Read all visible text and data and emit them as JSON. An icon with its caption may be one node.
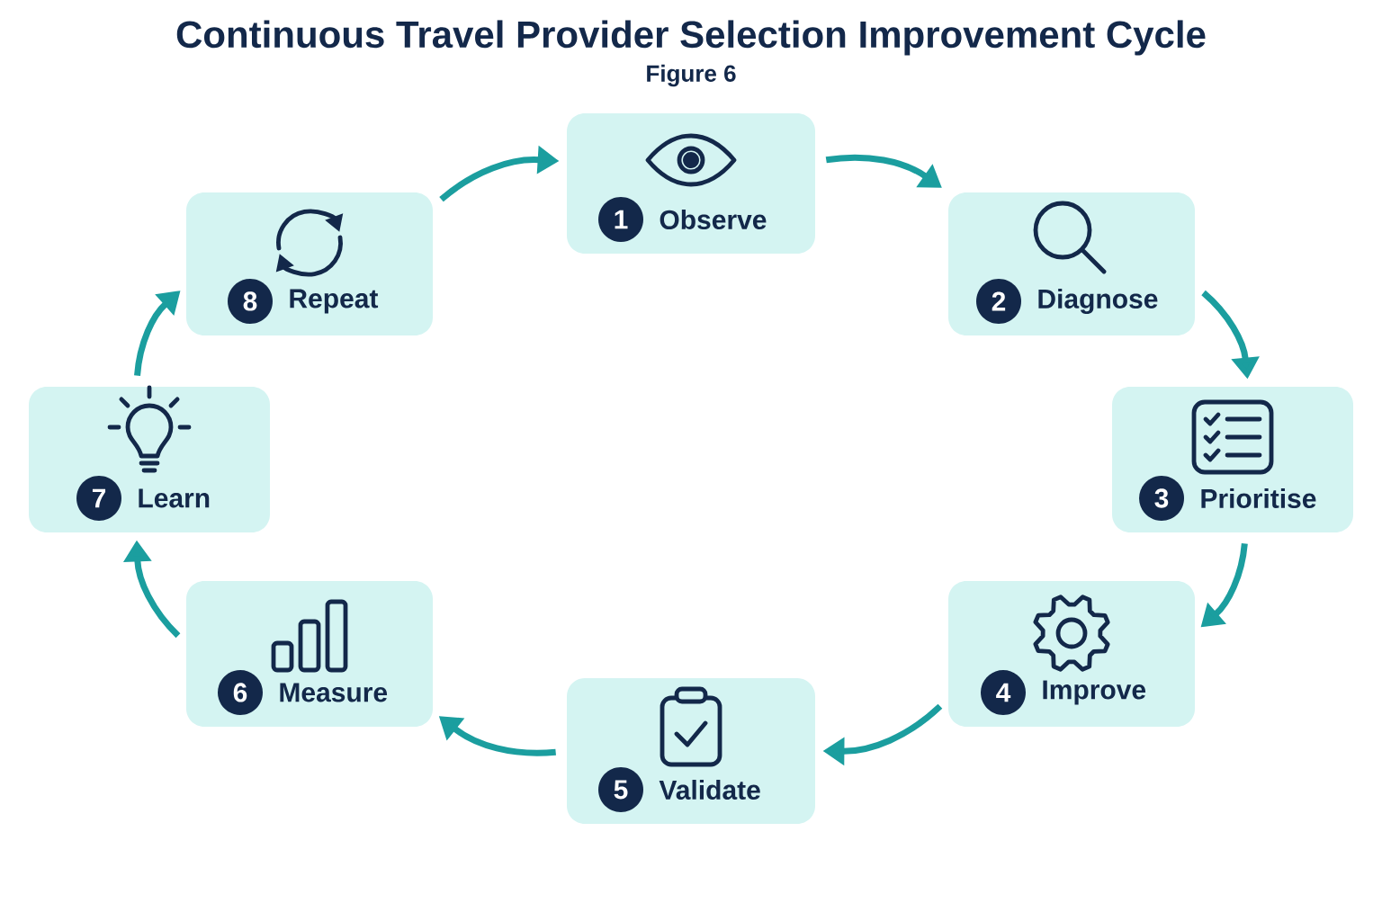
{
  "diagram": {
    "title": "Continuous Travel Provider Selection Improvement Cycle",
    "nodes": [
      {
        "text": [
          "1",
          "Observe"
        ]
      },
      {
        "text": [
          "2",
          "Diagnose"
        ]
      },
      {
        "text": [
          "3",
          "Prioritise"
        ]
      },
      {
        "text": [
          "4",
          "Improve"
        ]
      },
      {
        "text": [
          "5",
          "Validate"
        ]
      },
      {
        "text": [
          "6",
          "Measure"
        ]
      },
      {
        "text": [
          "7",
          "Learn"
        ]
      },
      {
        "text": [
          "8",
          "Repeat"
        ]
      }
    ],
    "edges": [
      {
        "from": 0,
        "to": 1,
        "arrow": "to"
      },
      {
        "from": 1,
        "to": 2,
        "arrow": "to"
      },
      {
        "from": 2,
        "to": 3,
        "arrow": "to"
      },
      {
        "from": 3,
        "to": 4,
        "arrow": "to"
      },
      {
        "from": 4,
        "to": 5,
        "arrow": "to"
      },
      {
        "from": 5,
        "to": 6,
        "arrow": "to"
      },
      {
        "from": 6,
        "to": 7,
        "arrow": "to"
      },
      {
        "from": 7,
        "to": 0,
        "arrow": "to"
      }
    ],
    "labels": [
      "Figure 6"
    ]
  }
}
